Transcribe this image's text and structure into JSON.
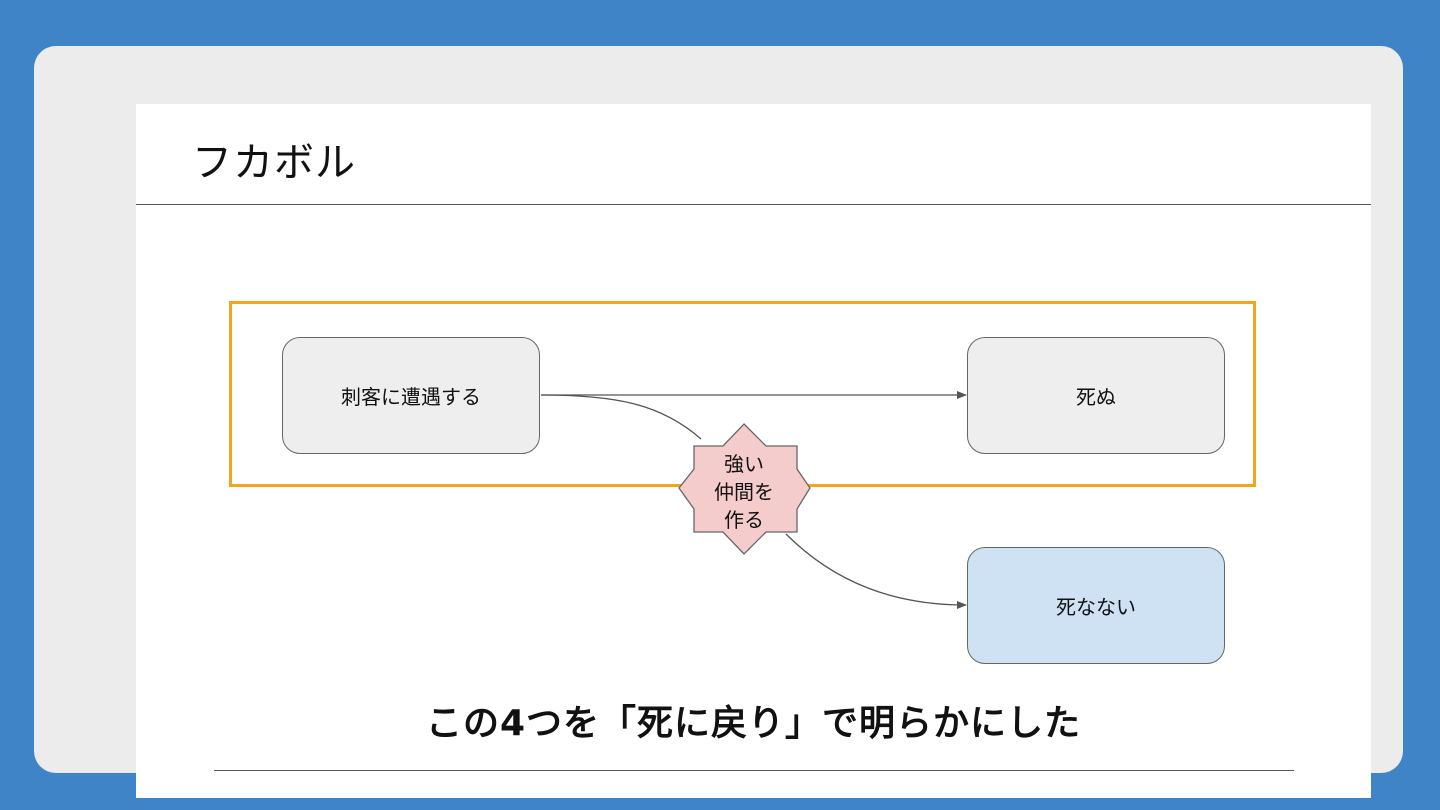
{
  "slide": {
    "title": "フカボル",
    "conclusion": "この4つを「死に戻り」で明らかにした"
  },
  "diagram": {
    "nodes": {
      "encounter": "刺客に遭遇する",
      "die": "死ぬ",
      "survive": "死なない"
    },
    "condition": {
      "lines": [
        "強い",
        "仲間を",
        "作る"
      ]
    },
    "colors": {
      "background": "#3f84c7",
      "highlight_border": "#f2a51e",
      "node_fill": "#eeeeee",
      "survive_fill": "#cfe2f3",
      "condition_fill": "#f4cccc"
    }
  }
}
